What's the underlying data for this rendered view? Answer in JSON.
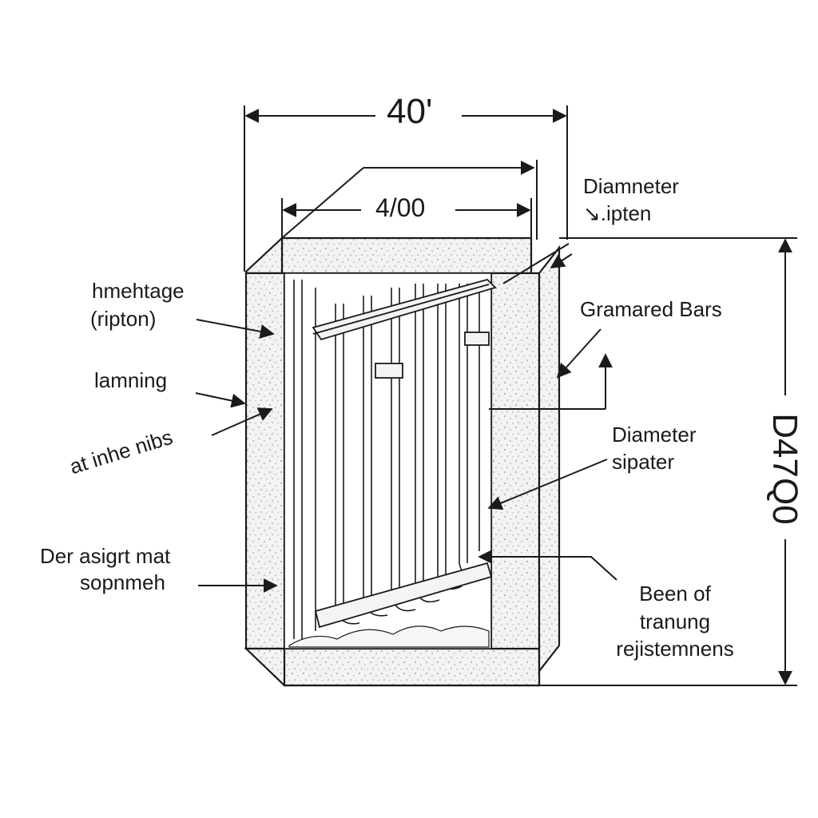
{
  "dimensions": {
    "top_width": "40'",
    "inner_width": "4/00",
    "side_height": "D47Q0"
  },
  "labels": {
    "diameter_top_line1": "Diamneter",
    "diameter_top_line2": "↘.ipten",
    "gramared_bars": "Gramared Bars",
    "hmehtage_line1": "hmehtage",
    "hmehtage_line2": "(ripton)",
    "lamning": "lamning",
    "at_inhe_nibs": "at inhe nibs",
    "diameter_sipater_line1": "Diameter",
    "diameter_sipater_line2": "sipater",
    "der_asigrt_line1": "Der аsigrt mat",
    "der_asigrt_line2": "sopnmeh",
    "been_line1": "Been of",
    "been_line2": "tranung",
    "been_line3": "rejistemnens"
  },
  "colors": {
    "ink": "#1a1a1a",
    "concrete": "#f1f1f1",
    "speckle": "#8c8c8c",
    "background": "#ffffff"
  }
}
